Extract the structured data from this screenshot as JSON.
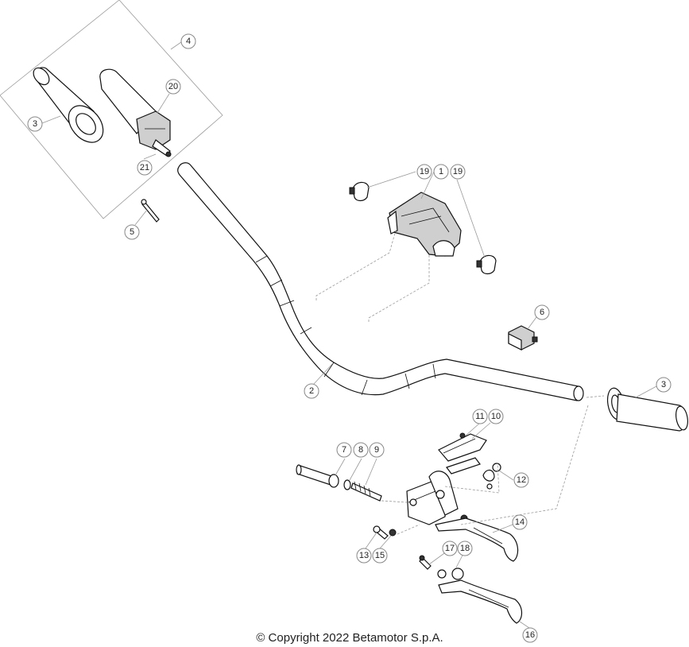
{
  "diagram": {
    "callouts": [
      "1",
      "2",
      "3",
      "3",
      "4",
      "5",
      "6",
      "7",
      "8",
      "9",
      "10",
      "11",
      "12",
      "13",
      "14",
      "15",
      "16",
      "17",
      "18",
      "19",
      "19",
      "20",
      "21"
    ]
  },
  "footer": {
    "copyright": "© Copyright 2022 Betamotor S.p.A."
  }
}
